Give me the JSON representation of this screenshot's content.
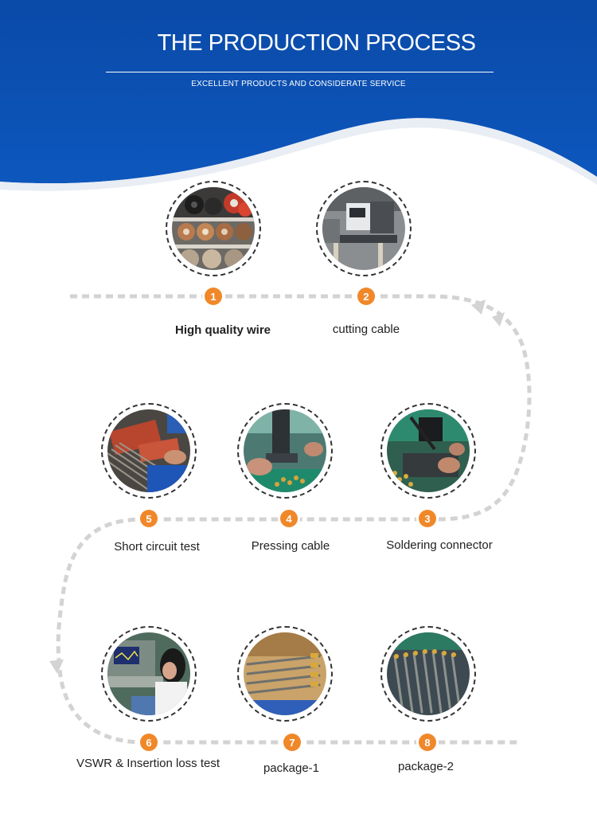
{
  "header": {
    "title": "THE PRODUCTION PROCESS",
    "subtitle": "EXCELLENT PRODUCTS AND CONSIDERATE SERVICE",
    "background_color": "#0b4fae",
    "accent_color": "#f0882a"
  },
  "steps": [
    {
      "number": "1",
      "label": "High quality wire"
    },
    {
      "number": "2",
      "label": "cutting cable"
    },
    {
      "number": "3",
      "label": "Soldering connector"
    },
    {
      "number": "4",
      "label": "Pressing cable"
    },
    {
      "number": "5",
      "label": "Short circuit test"
    },
    {
      "number": "6",
      "label": "VSWR & Insertion loss test"
    },
    {
      "number": "7",
      "label": "package-1"
    },
    {
      "number": "8",
      "label": "package-2"
    }
  ]
}
